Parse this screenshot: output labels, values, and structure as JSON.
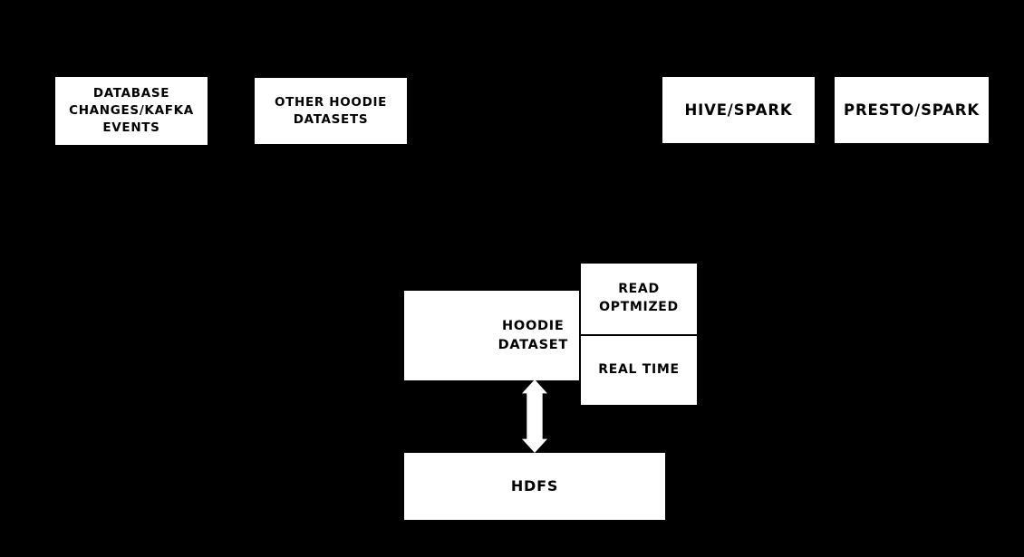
{
  "diagram": {
    "type": "architecture-diagram",
    "colors": {
      "background": "#000000",
      "box_fill": "#ffffff",
      "box_text": "#000000",
      "arrow_fill": "#ffffff"
    },
    "nodes": {
      "database_events": {
        "label": "DATABASE\nCHANGES/KAFKA\nEVENTS"
      },
      "other_hoodie_datasets": {
        "label": "OTHER HOODIE\nDATASETS"
      },
      "hive_spark": {
        "label": "HIVE/SPARK"
      },
      "presto_spark": {
        "label": "PRESTO/SPARK"
      },
      "hoodie_dataset": {
        "label": "HOODIE\nDATASET"
      },
      "read_optimized": {
        "label": "READ\nOPTMIZED"
      },
      "real_time": {
        "label": "REAL TIME"
      },
      "hdfs": {
        "label": "HDFS"
      }
    },
    "connectors": {
      "hoodie_hdfs_arrow": {
        "shape": "double-headed-vertical-arrow"
      }
    }
  }
}
